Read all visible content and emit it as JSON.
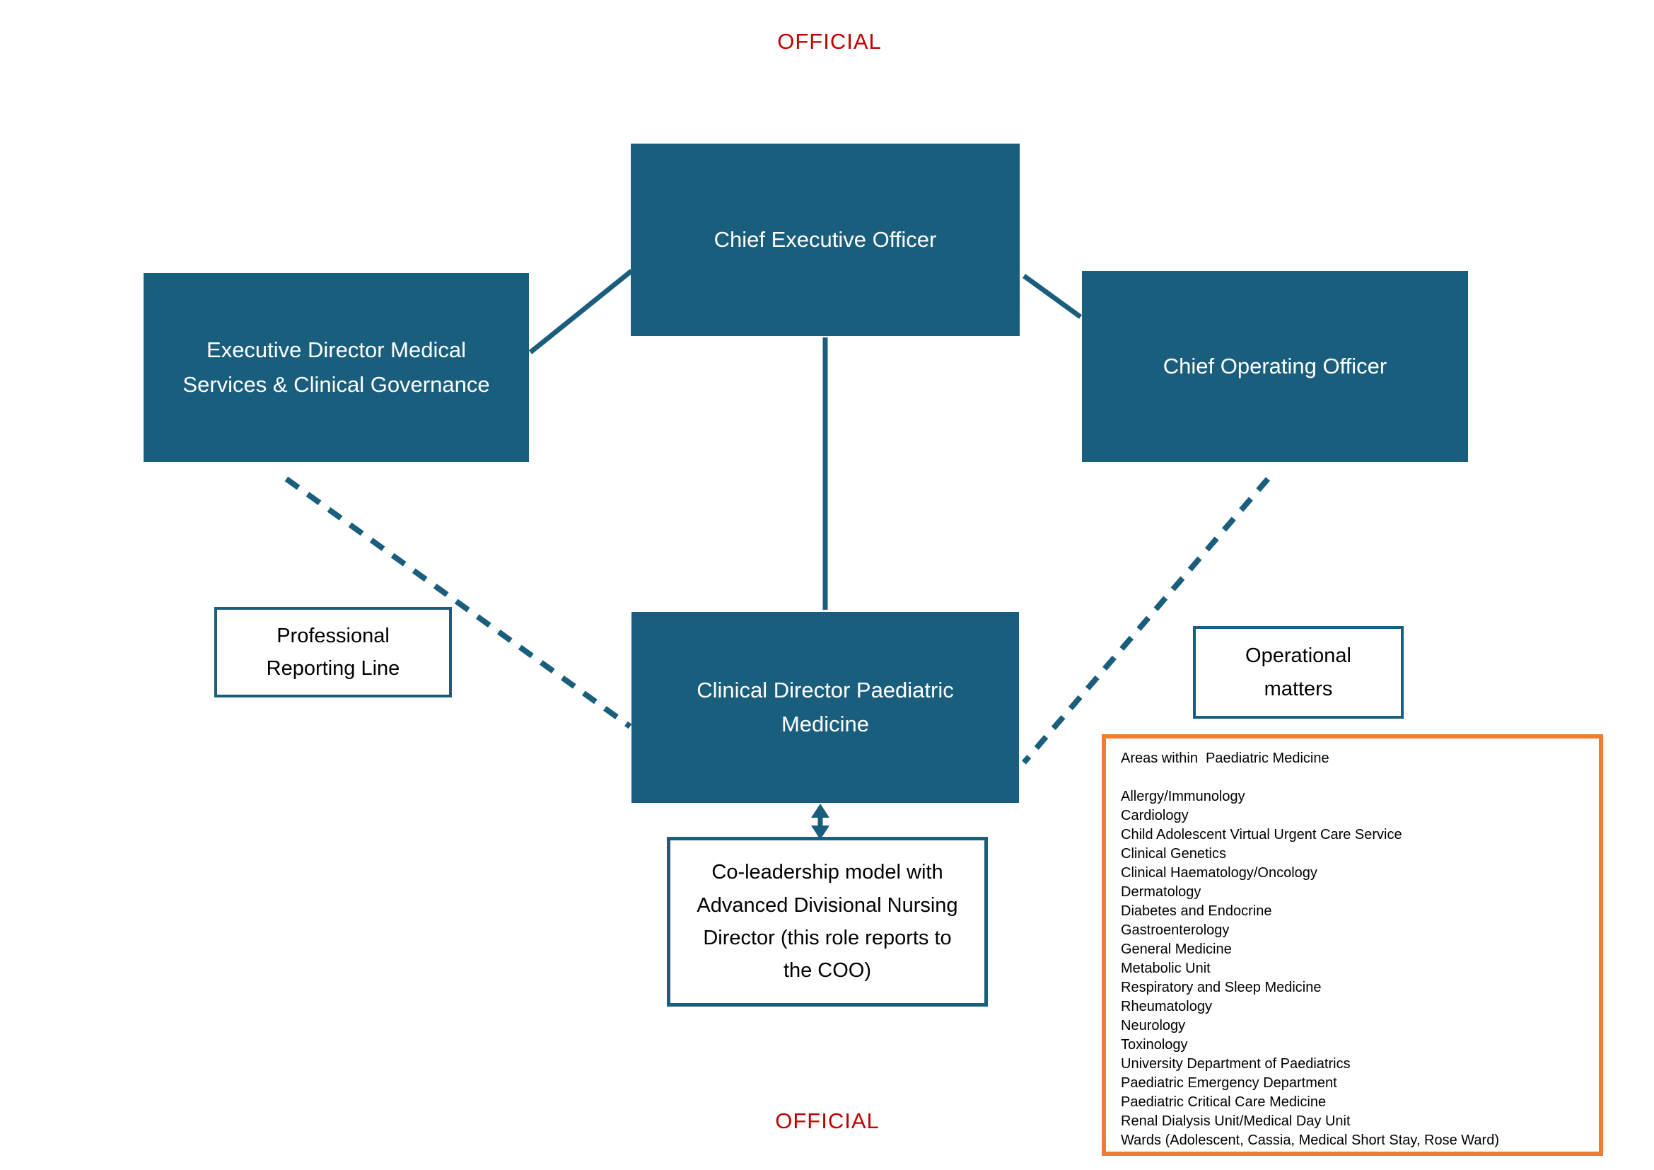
{
  "colors": {
    "teal": "#1A5E7D",
    "red": "#C00000",
    "orange": "#ED7D31",
    "ink": "#000000",
    "box_text": "#FFFFFF"
  },
  "classification": {
    "top": "OFFICIAL",
    "bottom": "OFFICIAL"
  },
  "org_chart": {
    "ceo": {
      "label": "Chief Executive Officer"
    },
    "exec_director": {
      "lines": [
        "Executive Director Medical",
        "Services & Clinical Governance"
      ]
    },
    "coo": {
      "label": "Chief Operating Officer"
    },
    "clinical_director": {
      "lines": [
        "Clinical Director Paediatric",
        "Medicine"
      ]
    },
    "professional_reporting": {
      "lines": [
        "Professional",
        "Reporting Line"
      ]
    },
    "operational_matters": {
      "lines": [
        "Operational",
        "matters"
      ]
    },
    "co_leadership_note": {
      "lines": [
        "Co-leadership model with",
        "Advanced Divisional Nursing",
        "Director (this role reports to",
        "the COO)"
      ]
    },
    "areas": {
      "heading": "Areas within  Paediatric Medicine",
      "items": [
        "Allergy/Immunology",
        "Cardiology",
        "Child Adolescent Virtual Urgent Care Service",
        "Clinical Genetics",
        "Clinical Haematology/Oncology",
        "Dermatology",
        "Diabetes and Endocrine",
        "Gastroenterology",
        "General Medicine",
        "Metabolic Unit",
        "Respiratory and Sleep Medicine",
        "Rheumatology",
        "Neurology",
        "Toxinology",
        "University Department of Paediatrics",
        "Paediatric Emergency Department",
        "Paediatric Critical Care Medicine",
        "Renal Dialysis Unit/Medical Day Unit",
        "Wards (Adolescent, Cassia, Medical Short Stay, Rose Ward)"
      ]
    }
  }
}
